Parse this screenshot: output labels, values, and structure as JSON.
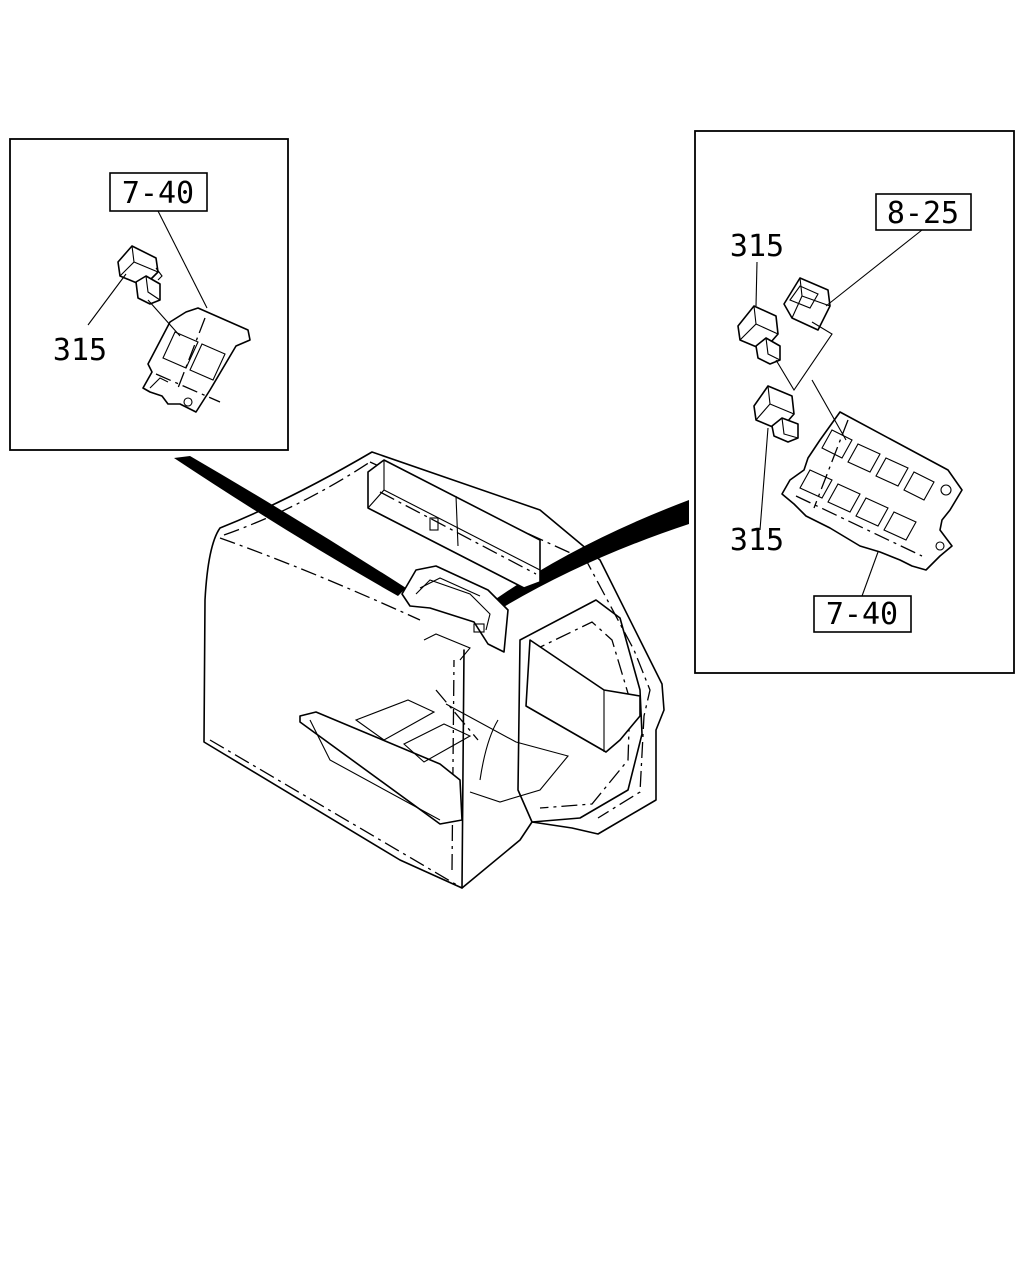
{
  "diagram": {
    "labels": {
      "left_ref": "7-40",
      "left_part": "315",
      "right_ref_top": "8-25",
      "right_part_top": "315",
      "right_part_bottom": "315",
      "right_ref_bottom": "7-40"
    }
  }
}
